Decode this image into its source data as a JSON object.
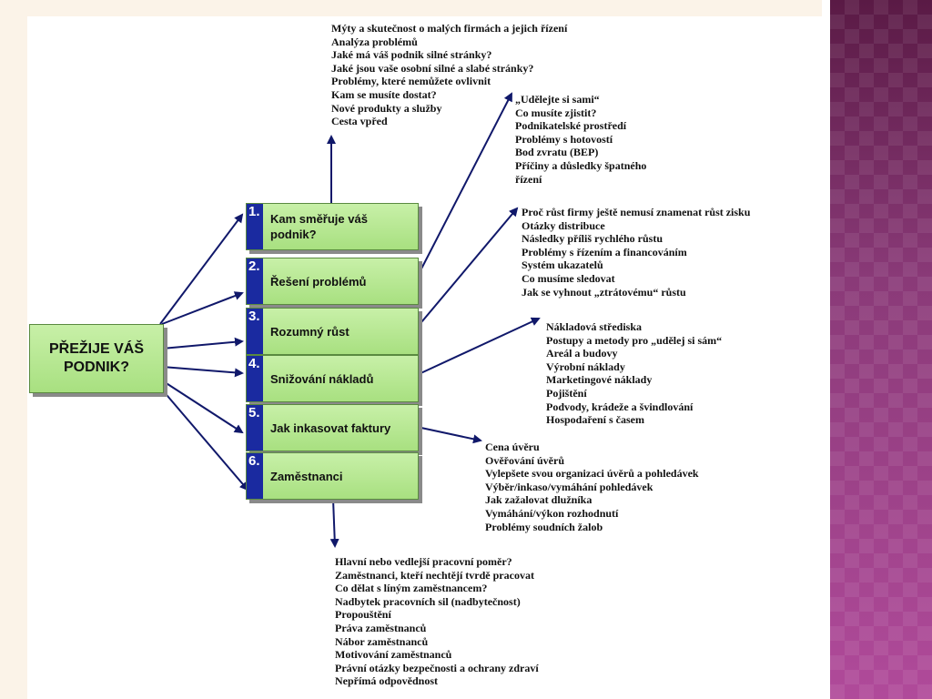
{
  "center": {
    "line1": "PŘEŽIJE VÁŠ",
    "line2": "PODNIK?"
  },
  "topics": [
    {
      "num": "1.",
      "line1": "Kam směřuje váš",
      "line2": "podnik?"
    },
    {
      "num": "2.",
      "line1": "Řešení problémů",
      "line2": ""
    },
    {
      "num": "3.",
      "line1": "Rozumný růst",
      "line2": ""
    },
    {
      "num": "4.",
      "line1": "Snižování nákladů",
      "line2": ""
    },
    {
      "num": "5.",
      "line1": "Jak inkasovat faktury",
      "line2": ""
    },
    {
      "num": "6.",
      "line1": "Zaměstnanci",
      "line2": ""
    }
  ],
  "lists": {
    "topic1": [
      "Mýty a skutečnost o malých firmách a jejich řízení",
      "Analýza problémů",
      "Jaké má váš podnik silné stránky?",
      "Jaké jsou vaše osobní silné a slabé stránky?",
      "Problémy, které nemůžete ovlivnit",
      "Kam se musíte dostat?",
      "Nové produkty a služby",
      "Cesta vpřed"
    ],
    "topic2": [
      "„Udělejte si sami“",
      "Co musíte zjistit?",
      "Podnikatelské prostředí",
      "Problémy s hotovostí",
      "Bod zvratu (BEP)",
      "Příčiny a důsledky špatného",
      "řízení"
    ],
    "topic3": [
      "Proč růst firmy ještě nemusí znamenat růst zisku",
      "Otázky distribuce",
      "Následky příliš rychlého růstu",
      "Problémy s řízením a financováním",
      "Systém ukazatelů",
      "Co musíme sledovat",
      "Jak se vyhnout „ztrátovému“ růstu"
    ],
    "topic4": [
      "Nákladová střediska",
      "Postupy a metody pro „udělej si sám“",
      "Areál a budovy",
      "Výrobní náklady",
      "Marketingové náklady",
      "Pojištění",
      "Podvody, krádeže a švindlování",
      "Hospodaření s časem"
    ],
    "topic5": [
      "Cena úvěru",
      "Ověřování úvěrů",
      "Vylepšete svou organizaci úvěrů a pohledávek",
      "Výběr/inkaso/vymáhání pohledávek",
      "Jak zažalovat dlužníka",
      "Vymáhání/výkon rozhodnutí",
      "Problémy soudních žalob"
    ],
    "topic6": [
      "Hlavní nebo vedlejší pracovní poměr?",
      "Zaměstnanci, kteří nechtějí tvrdě pracovat",
      "Co dělat s líným zaměstnancem?",
      "Nadbytek pracovních sil (nadbytečnost)",
      "Propouštění",
      "Práva zaměstnanců",
      "Nábor zaměstnanců",
      "Motivování zaměstnanců",
      "Právní otázky bezpečnosti a ochrany zdraví",
      "Nepřímá odpovědnost"
    ]
  },
  "colors": {
    "box_fill": "#b8e890",
    "number_bar": "#1a2aa0",
    "arrow": "#10186a",
    "side_panel": "#7d2e6a"
  }
}
